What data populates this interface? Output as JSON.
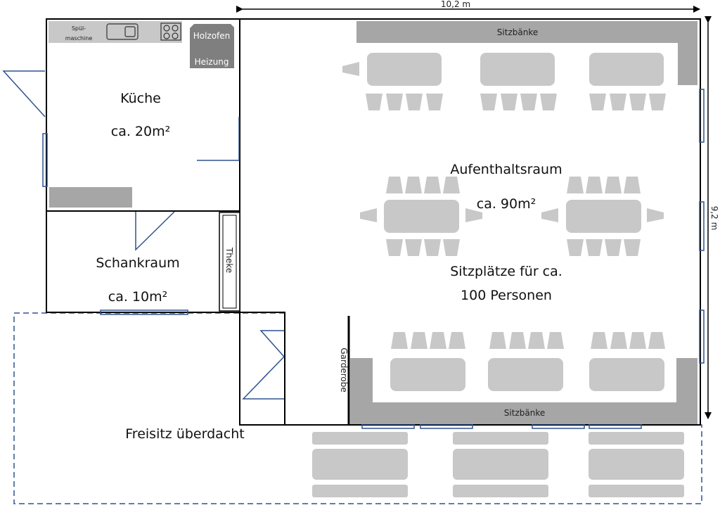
{
  "dimensions": {
    "width": "10,2 m",
    "height": "9,2 m"
  },
  "rooms": {
    "kitchen": {
      "name": "Küche",
      "area": "ca. 20m²"
    },
    "tap_room": {
      "name": "Schankraum",
      "area": "ca. 10m²"
    },
    "lounge": {
      "name": "Aufenthaltsraum",
      "area": "ca. 90m²",
      "seats_line1": "Sitzplätze für ca.",
      "seats_line2": "100 Personen"
    },
    "terrace": {
      "name": "Freisitz überdacht"
    }
  },
  "fixtures": {
    "dishwasher_line1": "Spül-",
    "dishwasher_line2": "maschine",
    "stove_line1": "Holzofen",
    "stove_line2": "Heizung",
    "counter": "Theke",
    "wardrobe": "Garderobe",
    "benches_top": "Sitzbänke",
    "benches_bottom": "Sitzbänke"
  },
  "colors": {
    "wall": "#000000",
    "furniture": "#c8c8c8",
    "dark_fixture": "#a6a6a6",
    "stove": "#7f7f7f",
    "window_door": "#2e528f"
  }
}
